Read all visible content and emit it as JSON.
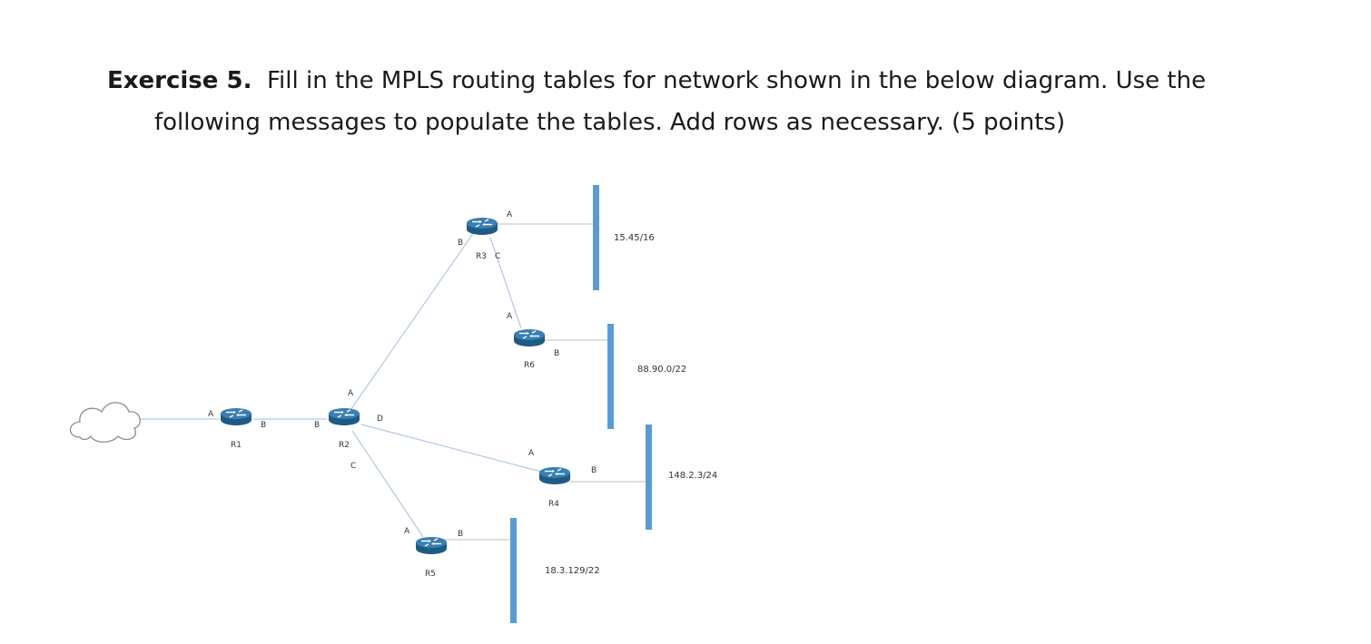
{
  "exercise": {
    "heading": "Exercise 5.",
    "text_line1": "Fill in the MPLS routing tables for network shown in the below diagram. Use the",
    "text_line2": "following messages to populate the tables. Add rows as necessary. (5 points)"
  },
  "diagram": {
    "routers": [
      {
        "id": "R1",
        "label": "R1"
      },
      {
        "id": "R2",
        "label": "R2"
      },
      {
        "id": "R3",
        "label": "R3"
      },
      {
        "id": "R4",
        "label": "R4"
      },
      {
        "id": "R5",
        "label": "R5"
      },
      {
        "id": "R6",
        "label": "R6"
      }
    ],
    "interfaces": {
      "r1_a": "A",
      "r1_b": "B",
      "r2_a": "A",
      "r2_b": "B",
      "r2_c": "C",
      "r2_d": "D",
      "r3_a": "A",
      "r3_b": "B",
      "r3_c": "C",
      "r6_a": "A",
      "r6_b": "B",
      "r4_a": "A",
      "r4_b": "B",
      "r5_a": "A",
      "r5_b": "B"
    },
    "networks": {
      "n1": "15.45/16",
      "n2": "88.90.0/22",
      "n3": "148.2.3/24",
      "n4": "18.3.129/22"
    },
    "colors": {
      "router": "#2f6f9f",
      "network_bar": "#5b9bd5",
      "link_blue": "#b4c9e4",
      "link_gray": "#c9cfc0"
    }
  }
}
